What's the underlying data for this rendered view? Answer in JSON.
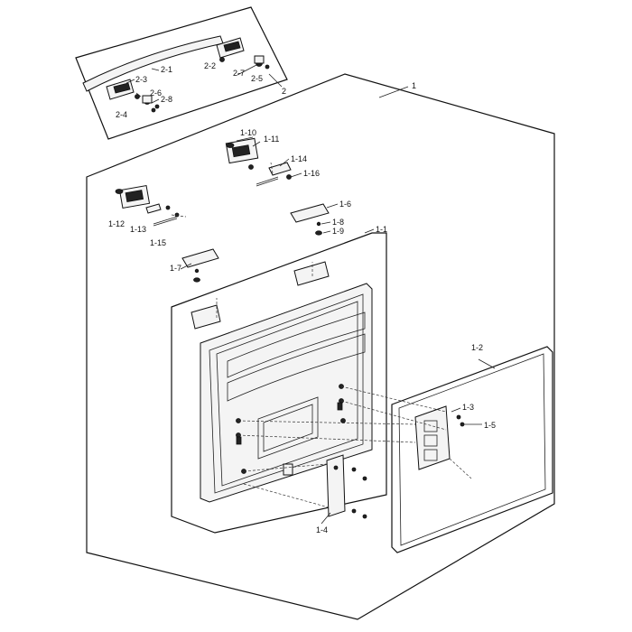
{
  "labels": {
    "assy_1": "1",
    "assy_2": "2",
    "p2_1": "2-1",
    "p2_2": "2-2",
    "p2_3": "2-3",
    "p2_4": "2-4",
    "p2_5": "2-5",
    "p2_6": "2-6",
    "p2_7": "2-7",
    "p2_8": "2-8",
    "p1_1": "1-1",
    "p1_2": "1-2",
    "p1_3": "1-3",
    "p1_4": "1-4",
    "p1_5": "1-5",
    "p1_6": "1-6",
    "p1_7": "1-7",
    "p1_8": "1-8",
    "p1_9": "1-9",
    "p1_10": "1-10",
    "p1_11": "1-11",
    "p1_12": "1-12",
    "p1_13": "1-13",
    "p1_14": "1-14",
    "p1_15": "1-15",
    "p1_16": "1-16"
  }
}
